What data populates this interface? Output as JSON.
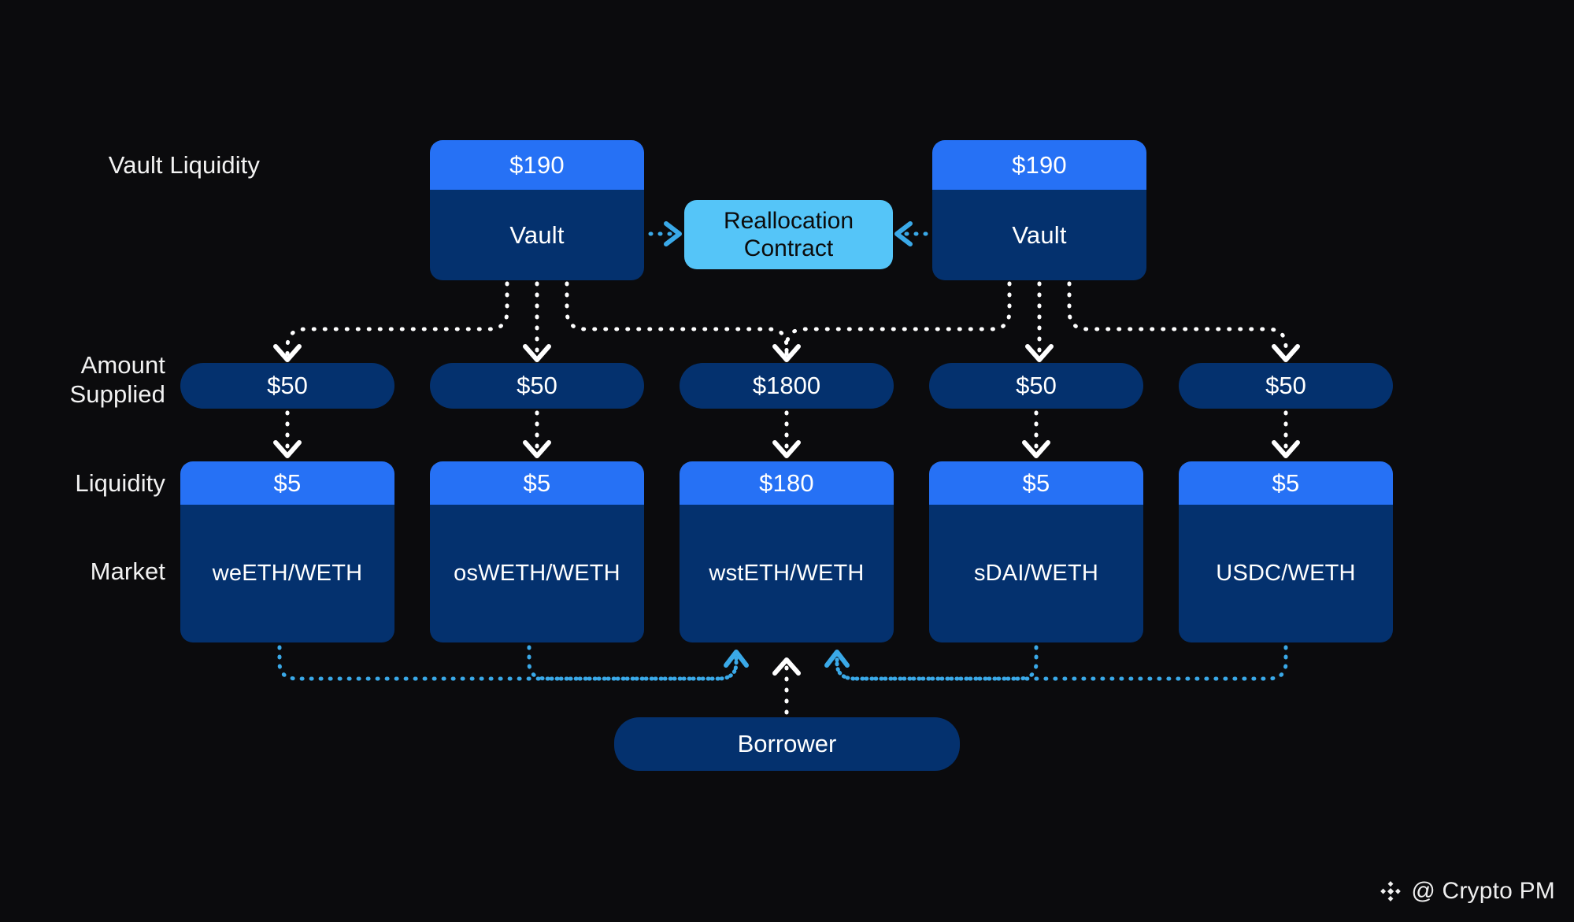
{
  "background": "#0b0b0d",
  "colors": {
    "liquidity_blue": "#2671f5",
    "vault_navy": "#04316e",
    "contract_cyan": "#55c5f8",
    "arrow_white": "#ffffff",
    "arrow_cyan": "#3aa9e8",
    "text_light": "#f2f2f2"
  },
  "row_labels": {
    "vault_liquidity": "Vault Liquidity",
    "amount_supplied": "Amount\nSupplied",
    "liquidity": "Liquidity",
    "market": "Market"
  },
  "vaults": [
    {
      "liquidity": "$190",
      "name": "Vault"
    },
    {
      "liquidity": "$190",
      "name": "Vault"
    }
  ],
  "contract": {
    "label": "Reallocation\nContract"
  },
  "amounts_supplied": [
    "$50",
    "$50",
    "$1800",
    "$50",
    "$50"
  ],
  "markets": [
    {
      "liquidity": "$5",
      "name": "weETH/WETH"
    },
    {
      "liquidity": "$5",
      "name": "osWETH/WETH"
    },
    {
      "liquidity": "$180",
      "name": "wstETH/WETH"
    },
    {
      "liquidity": "$5",
      "name": "sDAI/WETH"
    },
    {
      "liquidity": "$5",
      "name": "USDC/WETH"
    }
  ],
  "borrower": {
    "label": "Borrower"
  },
  "watermark": {
    "handle": "@ Crypto PM",
    "logo": "binance-diamond-icon"
  },
  "chart_data": {
    "type": "diagram",
    "title": "Morpho vault reallocation flow",
    "nodes": [
      {
        "id": "vault-left",
        "type": "vault",
        "liquidity": 190,
        "label": "Vault"
      },
      {
        "id": "vault-right",
        "type": "vault",
        "liquidity": 190,
        "label": "Vault"
      },
      {
        "id": "reallocation-contract",
        "type": "contract",
        "label": "Reallocation Contract"
      },
      {
        "id": "market-weeth",
        "type": "market",
        "supplied": 50,
        "liquidity": 5,
        "label": "weETH/WETH"
      },
      {
        "id": "market-osweth",
        "type": "market",
        "supplied": 50,
        "liquidity": 5,
        "label": "osWETH/WETH"
      },
      {
        "id": "market-wsteth",
        "type": "market",
        "supplied": 1800,
        "liquidity": 180,
        "label": "wstETH/WETH"
      },
      {
        "id": "market-sdai",
        "type": "market",
        "supplied": 50,
        "liquidity": 5,
        "label": "sDAI/WETH"
      },
      {
        "id": "market-usdc",
        "type": "market",
        "supplied": 50,
        "liquidity": 5,
        "label": "USDC/WETH"
      },
      {
        "id": "borrower",
        "type": "actor",
        "label": "Borrower"
      }
    ],
    "edges": [
      {
        "from": "vault-left",
        "to": "reallocation-contract",
        "style": "dotted-cyan"
      },
      {
        "from": "vault-right",
        "to": "reallocation-contract",
        "style": "dotted-cyan"
      },
      {
        "from": "vault-left",
        "to": "market-weeth",
        "style": "dotted-white"
      },
      {
        "from": "vault-left",
        "to": "market-osweth",
        "style": "dotted-white"
      },
      {
        "from": "vault-left",
        "to": "market-wsteth",
        "style": "dotted-white"
      },
      {
        "from": "vault-right",
        "to": "market-wsteth",
        "style": "dotted-white"
      },
      {
        "from": "vault-right",
        "to": "market-sdai",
        "style": "dotted-white"
      },
      {
        "from": "vault-right",
        "to": "market-usdc",
        "style": "dotted-white"
      },
      {
        "from": "borrower",
        "to": "market-weeth",
        "style": "dotted-cyan"
      },
      {
        "from": "borrower",
        "to": "market-osweth",
        "style": "dotted-cyan"
      },
      {
        "from": "borrower",
        "to": "market-wsteth",
        "style": "dotted-white"
      },
      {
        "from": "borrower",
        "to": "market-sdai",
        "style": "dotted-cyan"
      },
      {
        "from": "borrower",
        "to": "market-usdc",
        "style": "dotted-cyan"
      }
    ]
  }
}
